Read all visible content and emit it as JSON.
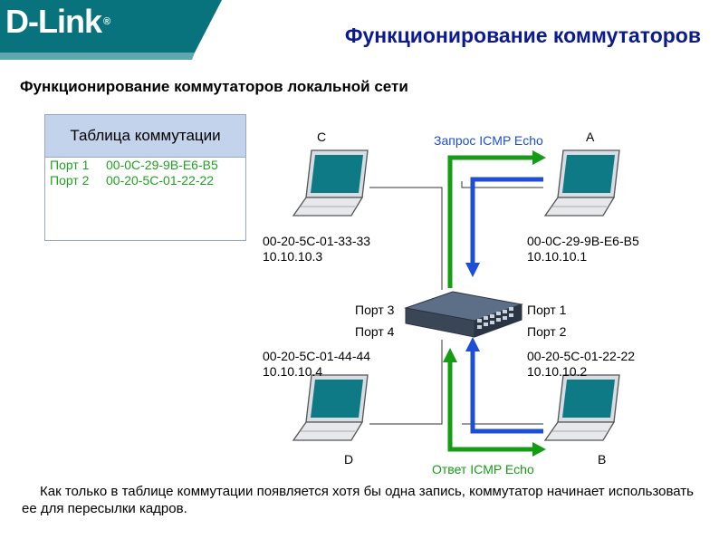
{
  "header": {
    "logo_text": "D-Link",
    "logo_reg": "®",
    "title": "Функционирование коммутаторов"
  },
  "subtitle": "Функционирование коммутаторов локальной сети",
  "switch_table": {
    "title": "Таблица коммутации",
    "rows": [
      {
        "port": "Порт 1",
        "mac": "00-0C-29-9B-E6-B5"
      },
      {
        "port": "Порт 2",
        "mac": "00-20-5C-01-22-22"
      }
    ]
  },
  "nodes": {
    "C": {
      "letter": "C",
      "mac": "00-20-5C-01-33-33",
      "ip": "10.10.10.3"
    },
    "A": {
      "letter": "A",
      "mac": "00-0C-29-9B-E6-B5",
      "ip": "10.10.10.1"
    },
    "D": {
      "letter": "D",
      "mac": "00-20-5C-01-44-44",
      "ip": "10.10.10.4"
    },
    "B": {
      "letter": "B",
      "mac": "00-20-5C-01-22-22",
      "ip": "10.10.10.2"
    }
  },
  "ports": {
    "p1": "Порт 1",
    "p2": "Порт 2",
    "p3": "Порт 3",
    "p4": "Порт 4"
  },
  "flows": {
    "request": "Запрос ICMP Echo",
    "reply": "Ответ ICMP Echo"
  },
  "caption": "Как только в таблице коммутации появляется хотя бы одна запись, коммутатор начинает использовать ее для пересылки кадров.",
  "colors": {
    "brand_band": "#08737d",
    "title": "#0b1a8f",
    "green_arrow": "#159c15",
    "blue_arrow": "#1c4fd6",
    "request_label": "#1c4fd6",
    "reply_label": "#159c15",
    "table_text": "#1fa21f",
    "laptop_screen": "#0e7a85"
  }
}
